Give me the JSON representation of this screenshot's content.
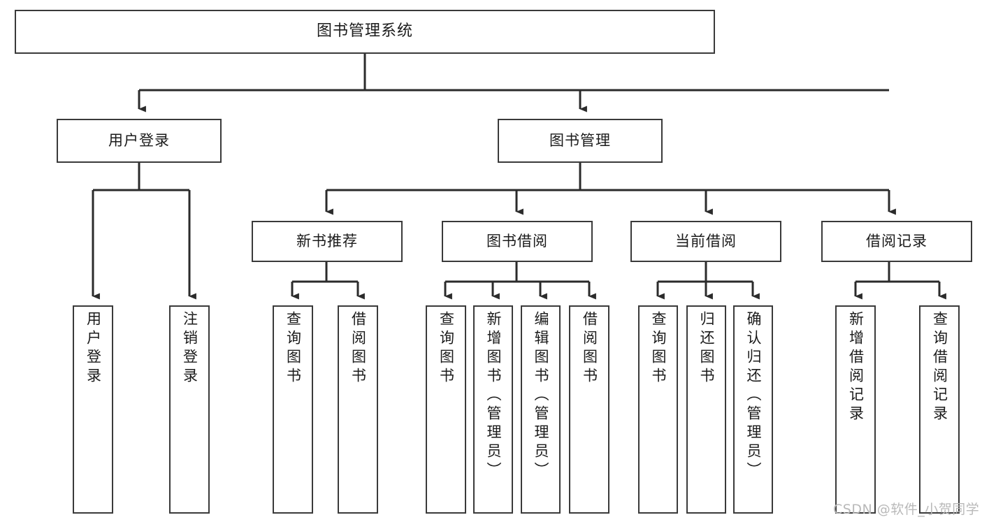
{
  "diagram": {
    "title": "图书管理系统",
    "type": "tree-hierarchy-chart",
    "orientation": "top-down",
    "box_border_color": "#3a3a3a",
    "box_fill_color": "#ffffff",
    "connector_color": "#2b2b2b",
    "text_color": "#1b1b1b"
  },
  "nodes": {
    "root": {
      "label": "图书管理系统",
      "level": 0,
      "text_direction": "horizontal"
    },
    "level1": [
      {
        "id": "user-login",
        "label": "用户登录",
        "text_direction": "horizontal"
      },
      {
        "id": "book-management",
        "label": "图书管理",
        "text_direction": "horizontal"
      }
    ],
    "level2": [
      {
        "id": "new-book-recommend",
        "label": "新书推荐",
        "parent": "book-management",
        "text_direction": "horizontal"
      },
      {
        "id": "book-borrow",
        "label": "图书借阅",
        "parent": "book-management",
        "text_direction": "horizontal"
      },
      {
        "id": "current-borrow",
        "label": "当前借阅",
        "parent": "book-management",
        "text_direction": "horizontal"
      },
      {
        "id": "borrow-record",
        "label": "借阅记录",
        "parent": "book-management",
        "text_direction": "horizontal"
      }
    ],
    "leaves": [
      {
        "id": "leaf-user-login",
        "label": "用户登录",
        "parent": "user-login",
        "text_direction": "vertical"
      },
      {
        "id": "leaf-logout",
        "label": "注销登录",
        "parent": "user-login",
        "text_direction": "vertical"
      },
      {
        "id": "leaf-query-book-1",
        "label": "查询图书",
        "parent": "new-book-recommend",
        "text_direction": "vertical"
      },
      {
        "id": "leaf-borrow-book-1",
        "label": "借阅图书",
        "parent": "new-book-recommend",
        "text_direction": "vertical"
      },
      {
        "id": "leaf-query-book-2",
        "label": "查询图书",
        "parent": "book-borrow",
        "text_direction": "vertical"
      },
      {
        "id": "leaf-add-book",
        "label": "新增图书（管理员）",
        "parent": "book-borrow",
        "text_direction": "vertical"
      },
      {
        "id": "leaf-edit-book",
        "label": "编辑图书（管理员）",
        "parent": "book-borrow",
        "text_direction": "vertical"
      },
      {
        "id": "leaf-borrow-book-2",
        "label": "借阅图书",
        "parent": "book-borrow",
        "text_direction": "vertical"
      },
      {
        "id": "leaf-query-book-3",
        "label": "查询图书",
        "parent": "current-borrow",
        "text_direction": "vertical"
      },
      {
        "id": "leaf-return-book",
        "label": "归还图书",
        "parent": "current-borrow",
        "text_direction": "vertical"
      },
      {
        "id": "leaf-confirm-return",
        "label": "确认归还（管理员）",
        "parent": "current-borrow",
        "text_direction": "vertical"
      },
      {
        "id": "leaf-add-record",
        "label": "新增借阅记录",
        "parent": "borrow-record",
        "text_direction": "vertical"
      },
      {
        "id": "leaf-query-record",
        "label": "查询借阅记录",
        "parent": "borrow-record",
        "text_direction": "vertical"
      }
    ]
  },
  "watermark": {
    "text": "CSDN @软件_小贺同学"
  }
}
